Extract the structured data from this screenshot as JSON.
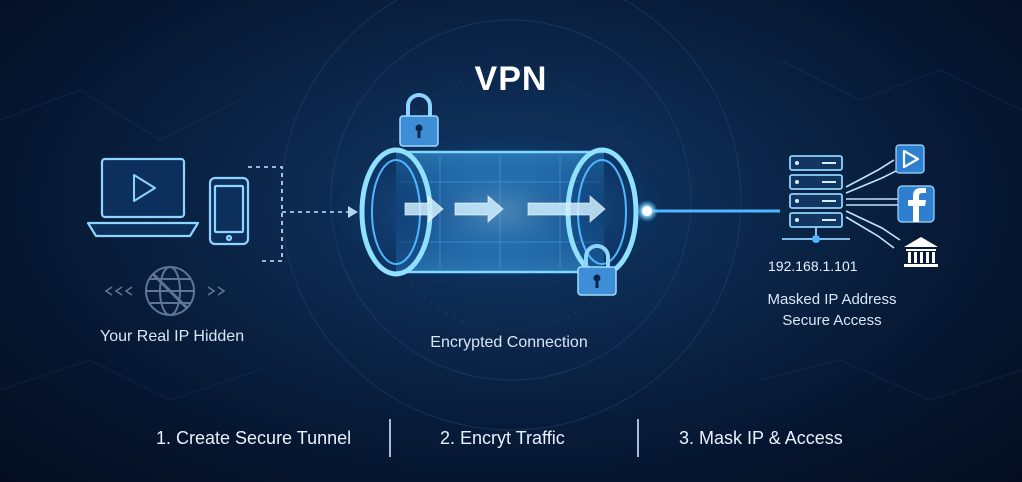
{
  "title": "VPN",
  "left_caption": "Your Real IP Hidden",
  "tunnel_caption": "Encrypted Connection",
  "server": {
    "ip": "192.168.1.101",
    "caption_line1": "Masked IP Address",
    "caption_line2": "Secure Access"
  },
  "steps": [
    "1. Create Secure Tunnel",
    "2.  Encryt Traffic",
    "3. Mask IP & Access"
  ],
  "icons": {
    "laptop": "laptop-icon",
    "phone": "smartphone-icon",
    "blocked_globe": "blocked-globe-icon",
    "locks": "padlock-icon",
    "server": "server-rack-icon",
    "play": "play-icon",
    "facebook": "facebook-icon",
    "bank": "bank-icon"
  },
  "colors": {
    "background": "#061630",
    "accent": "#4fb6ff",
    "glow": "#7fd8ff",
    "text": "#e6f0ff"
  }
}
